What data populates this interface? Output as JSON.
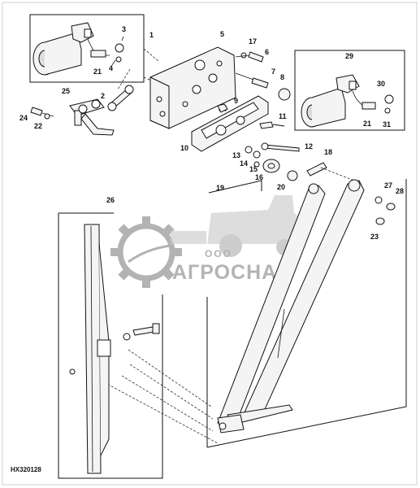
{
  "watermark": {
    "brand": "АГРОСНАБ",
    "prefix": "ООО",
    "color": "#9a9a9a"
  },
  "figure_code": "HX320128",
  "callouts": [
    "1",
    "2",
    "3",
    "4",
    "5",
    "6",
    "7",
    "8",
    "9",
    "10",
    "11",
    "12",
    "13",
    "14",
    "15",
    "16",
    "17",
    "18",
    "19",
    "20",
    "21",
    "21",
    "22",
    "23",
    "24",
    "25",
    "26",
    "27",
    "28",
    "29",
    "30",
    "31"
  ]
}
